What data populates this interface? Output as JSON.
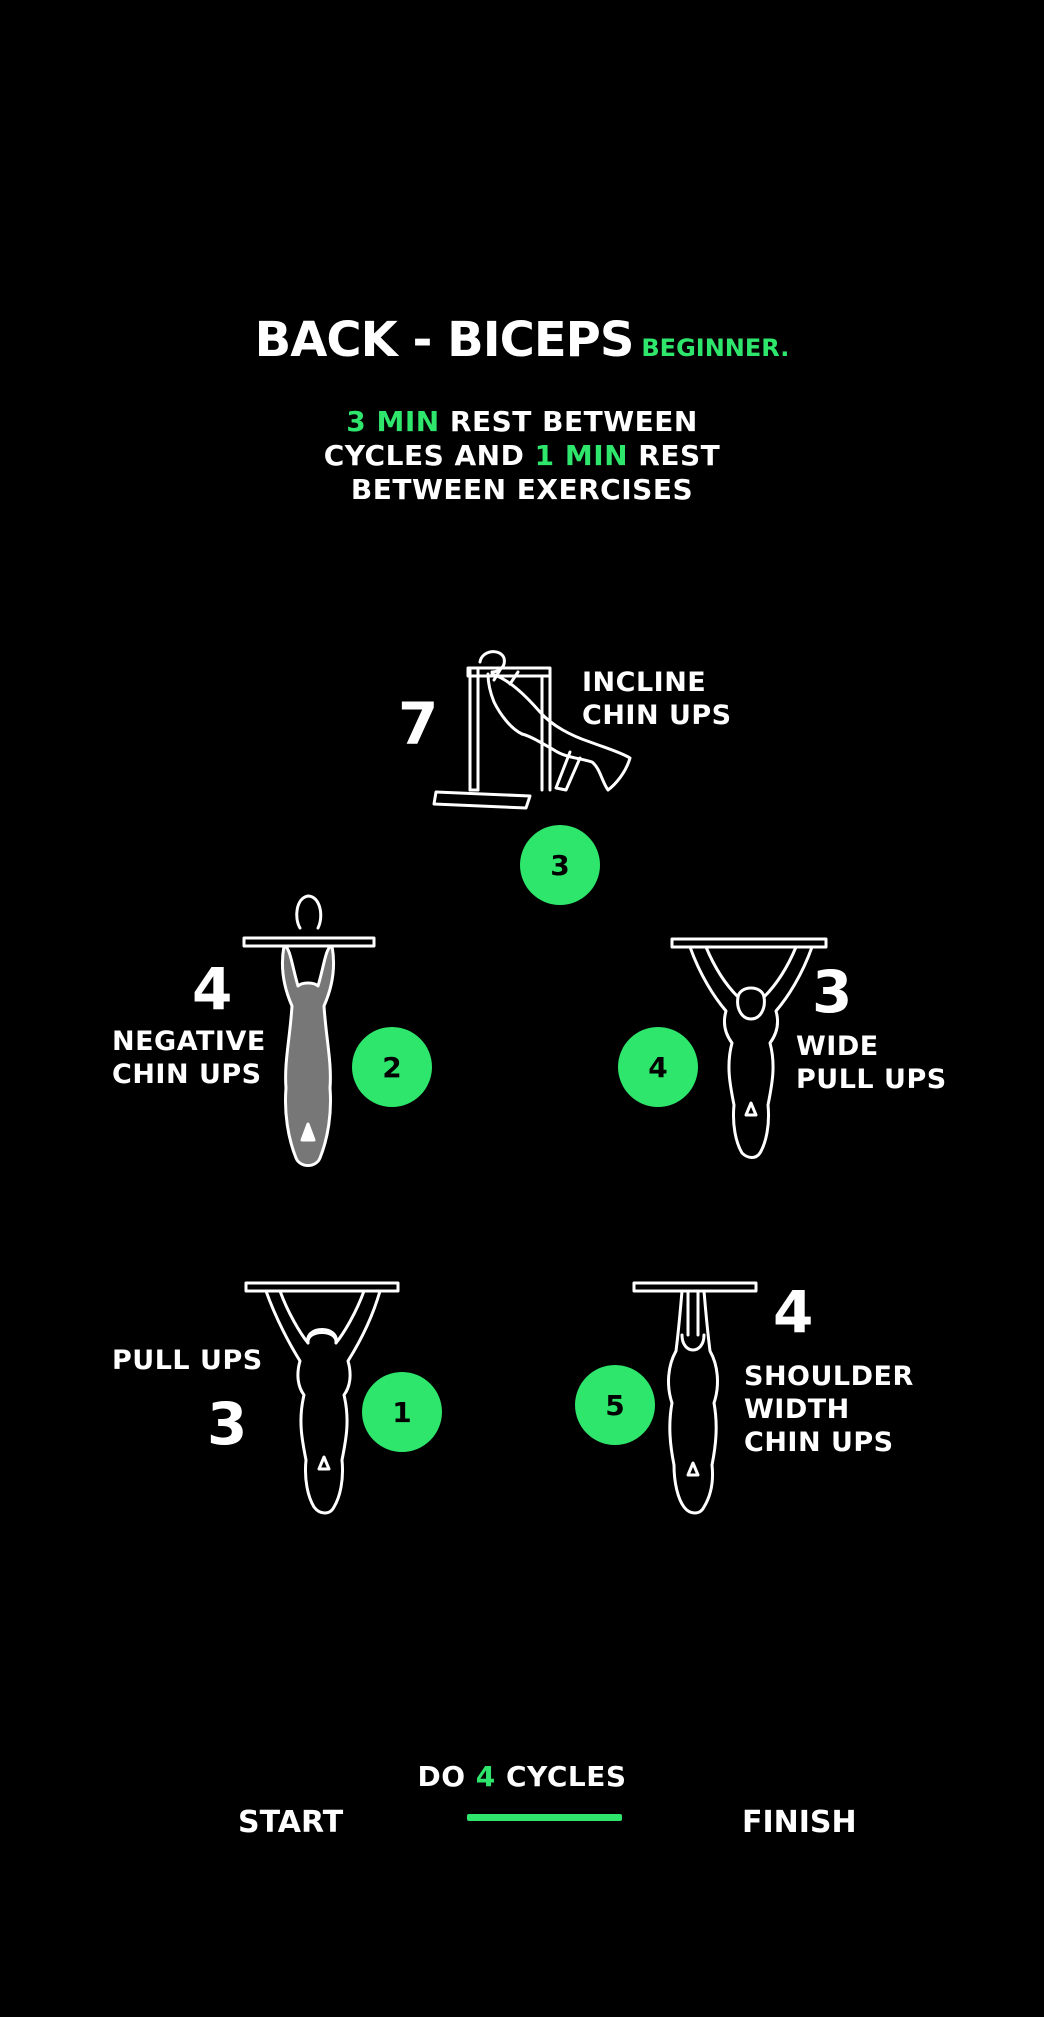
{
  "header": {
    "title": "BACK - BICEPS",
    "level": "BEGINNER."
  },
  "rest_info": {
    "cycle_rest_value": "3 MIN",
    "cycle_rest_text": " REST BETWEEN",
    "line2_prefix": "CYCLES AND ",
    "exercise_rest_value": "1 MIN",
    "line2_suffix": " REST",
    "line3": "BETWEEN EXERCISES"
  },
  "exercises": [
    {
      "order": "1",
      "name_lines": [
        "PULL UPS"
      ],
      "reps": "3",
      "icon": "pull-up-figure-icon"
    },
    {
      "order": "2",
      "name_lines": [
        "NEGATIVE",
        "CHIN UPS"
      ],
      "reps": "4",
      "icon": "negative-chin-up-figure-icon"
    },
    {
      "order": "3",
      "name_lines": [
        "INCLINE",
        "CHIN UPS"
      ],
      "reps": "7",
      "icon": "incline-chin-up-figure-icon"
    },
    {
      "order": "4",
      "name_lines": [
        "WIDE",
        "PULL UPS"
      ],
      "reps": "3",
      "icon": "wide-pull-up-figure-icon"
    },
    {
      "order": "5",
      "name_lines": [
        "SHOULDER",
        "WIDTH",
        "CHIN UPS"
      ],
      "reps": "4",
      "icon": "shoulder-width-chin-up-figure-icon"
    }
  ],
  "cycles": {
    "prefix": "DO ",
    "count": "4",
    "suffix": " CYCLES"
  },
  "footer": {
    "start_label": "START",
    "finish_label": "FINISH"
  },
  "colors": {
    "accent": "#2ee66b",
    "background": "#000000",
    "text": "#ffffff"
  }
}
